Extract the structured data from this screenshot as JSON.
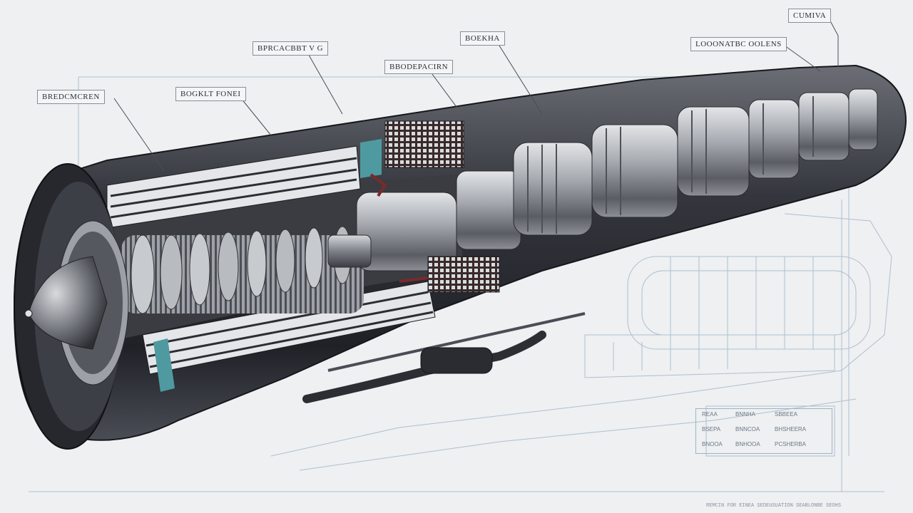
{
  "labels": [
    {
      "id": "callout-1",
      "text": "BREDCMCREN"
    },
    {
      "id": "callout-2",
      "text": "BOGKLT FONEI"
    },
    {
      "id": "callout-3",
      "text": "BPRCACBBT V G"
    },
    {
      "id": "callout-4",
      "text": "BBODEPACIRN"
    },
    {
      "id": "callout-5",
      "text": "BOEKHA"
    },
    {
      "id": "callout-6",
      "text": "LOOONATBC OOLENS"
    },
    {
      "id": "callout-7",
      "text": "CUMIVA"
    }
  ],
  "title_block": {
    "rows": [
      [
        "REAA",
        "BNNHA",
        "SBBEEA"
      ],
      [
        "BSEPA",
        "BNNCOA",
        "BHSHEERA"
      ],
      [
        "BNOOA",
        "BNHOOA",
        "PCSHERBA"
      ]
    ]
  },
  "footer_text": "REMCIN FOR EINEA SEDEUSUATION SEABLONBE SEOHS",
  "colors": {
    "background": "#eef0f2",
    "casing_dark": "#2d2f36",
    "metal_light": "#c9ccd1",
    "blueprint_line": "#9fb3c4",
    "accent_teal": "#4f9aa0",
    "accent_red": "#7a2a2a"
  }
}
